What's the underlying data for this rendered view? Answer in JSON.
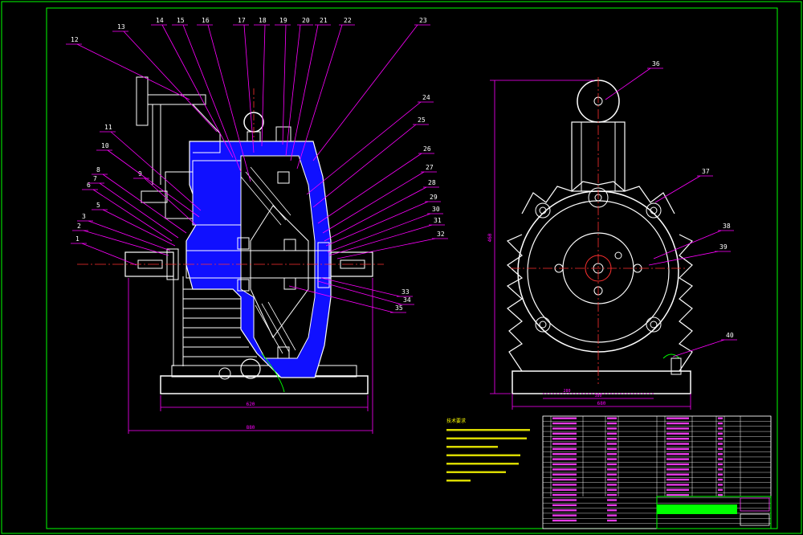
{
  "colors": {
    "background": "#000000",
    "frame": "#00ff00",
    "outline": "#ffffff",
    "leader": "#ff00ff",
    "housing": "#1010ff",
    "center_line": "#ff3030",
    "dimension": "#ff00ff",
    "note": "#ffff00",
    "table_text": "#ff40ff"
  },
  "part_callouts": [
    "1",
    "2",
    "3",
    "5",
    "6",
    "7",
    "8",
    "9",
    "10",
    "11",
    "12",
    "13",
    "14",
    "15",
    "16",
    "17",
    "18",
    "19",
    "20",
    "21",
    "22",
    "23",
    "24",
    "25",
    "26",
    "27",
    "28",
    "29",
    "30",
    "31",
    "32",
    "33",
    "34",
    "35",
    "36",
    "37",
    "38",
    "39",
    "40"
  ],
  "side_view_dimensions": {
    "inner_width": "620",
    "overall_width": "880"
  },
  "end_view_dimensions": {
    "height": "460",
    "overall_width": "680",
    "bolt_spacing_a": "280",
    "bolt_spacing_b": "380"
  },
  "technical_requirements": {
    "heading": "技术要求",
    "lines_visible": 7
  },
  "parts_list": {
    "visible_rows": 22
  },
  "title_block": {
    "visible": true
  }
}
